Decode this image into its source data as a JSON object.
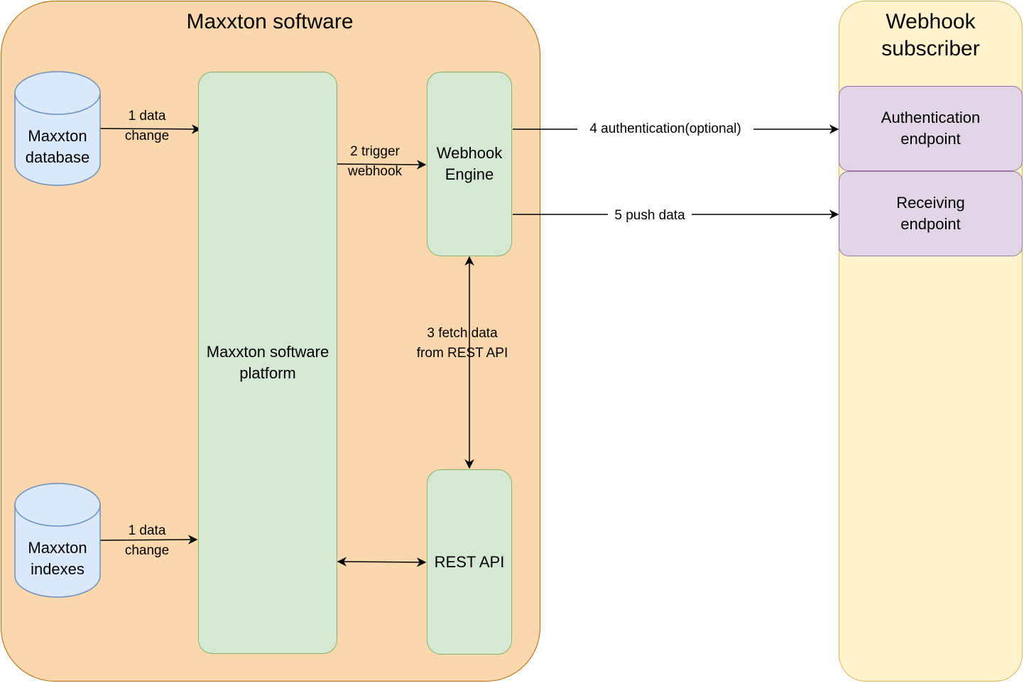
{
  "regions": {
    "maxxton": {
      "title": "Maxxton software",
      "fill": "#fad7ac",
      "stroke": "#b46504"
    },
    "webhook_subscriber": {
      "title": "Webhook\nsubscriber",
      "fill": "#fff2cc",
      "stroke": "#d6b656"
    }
  },
  "nodes": {
    "maxxton_database": {
      "label": "Maxxton\ndatabase",
      "shape": "cylinder",
      "fill": "#dae8fc",
      "stroke": "#6c8ebf"
    },
    "maxxton_indexes": {
      "label": "Maxxton\nindexes",
      "shape": "cylinder",
      "fill": "#dae8fc",
      "stroke": "#6c8ebf"
    },
    "software_platform": {
      "label": "Maxxton software\nplatform",
      "fill": "#d5e8d4",
      "stroke": "#82b366"
    },
    "webhook_engine": {
      "label": "Webhook\nEngine",
      "fill": "#d5e8d4",
      "stroke": "#82b366"
    },
    "rest_api": {
      "label": "REST API",
      "fill": "#d5e8d4",
      "stroke": "#82b366"
    },
    "auth_endpoint": {
      "label": "Authentication\nendpoint",
      "fill": "#e1d5e7",
      "stroke": "#9673a6"
    },
    "receiving_endpoint": {
      "label": "Receiving\nendpoint",
      "fill": "#e1d5e7",
      "stroke": "#9673a6"
    }
  },
  "edges": [
    {
      "from": "Maxxton database",
      "to": "Maxxton software platform",
      "label": "1 data\nchange",
      "direction": "forward"
    },
    {
      "from": "Maxxton indexes",
      "to": "Maxxton software platform",
      "label": "1 data\nchange",
      "direction": "forward"
    },
    {
      "from": "Maxxton software platform",
      "to": "Webhook Engine",
      "label": "2 trigger\nwebhook",
      "direction": "forward"
    },
    {
      "from": "Webhook Engine",
      "to": "REST API",
      "label": "3 fetch data\nfrom REST API",
      "direction": "both"
    },
    {
      "from": "Webhook Engine",
      "to": "Authentication endpoint",
      "label": "4 authentication(optional)",
      "direction": "forward"
    },
    {
      "from": "Webhook Engine",
      "to": "Receiving endpoint",
      "label": "5 push data",
      "direction": "forward"
    },
    {
      "from": "Maxxton software platform",
      "to": "REST API",
      "label": "",
      "direction": "both"
    }
  ]
}
